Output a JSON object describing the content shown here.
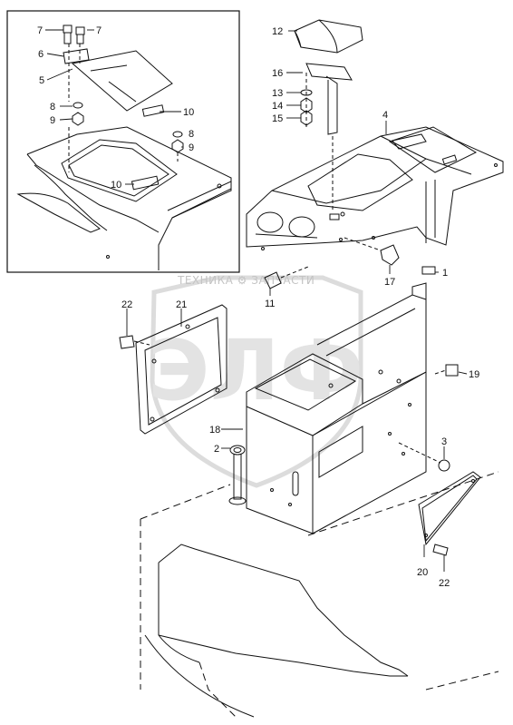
{
  "watermark": {
    "tagline": "ТЕХНИКА ⚙ ЗАПЧАСТИ",
    "logo": "ЭЛФ"
  },
  "part_labels": {
    "p1": "1",
    "p2": "2",
    "p3": "3",
    "p4": "4",
    "p5": "5",
    "p6": "6",
    "p7a": "7",
    "p7b": "7",
    "p8a": "8",
    "p8b": "8",
    "p9a": "9",
    "p9b": "9",
    "p10a": "10",
    "p10b": "10",
    "p11": "11",
    "p12": "12",
    "p13": "13",
    "p14": "14",
    "p15": "15",
    "p16": "16",
    "p17": "17",
    "p18": "18",
    "p19": "19",
    "p20": "20",
    "p21": "21",
    "p22a": "22",
    "p22b": "22"
  }
}
